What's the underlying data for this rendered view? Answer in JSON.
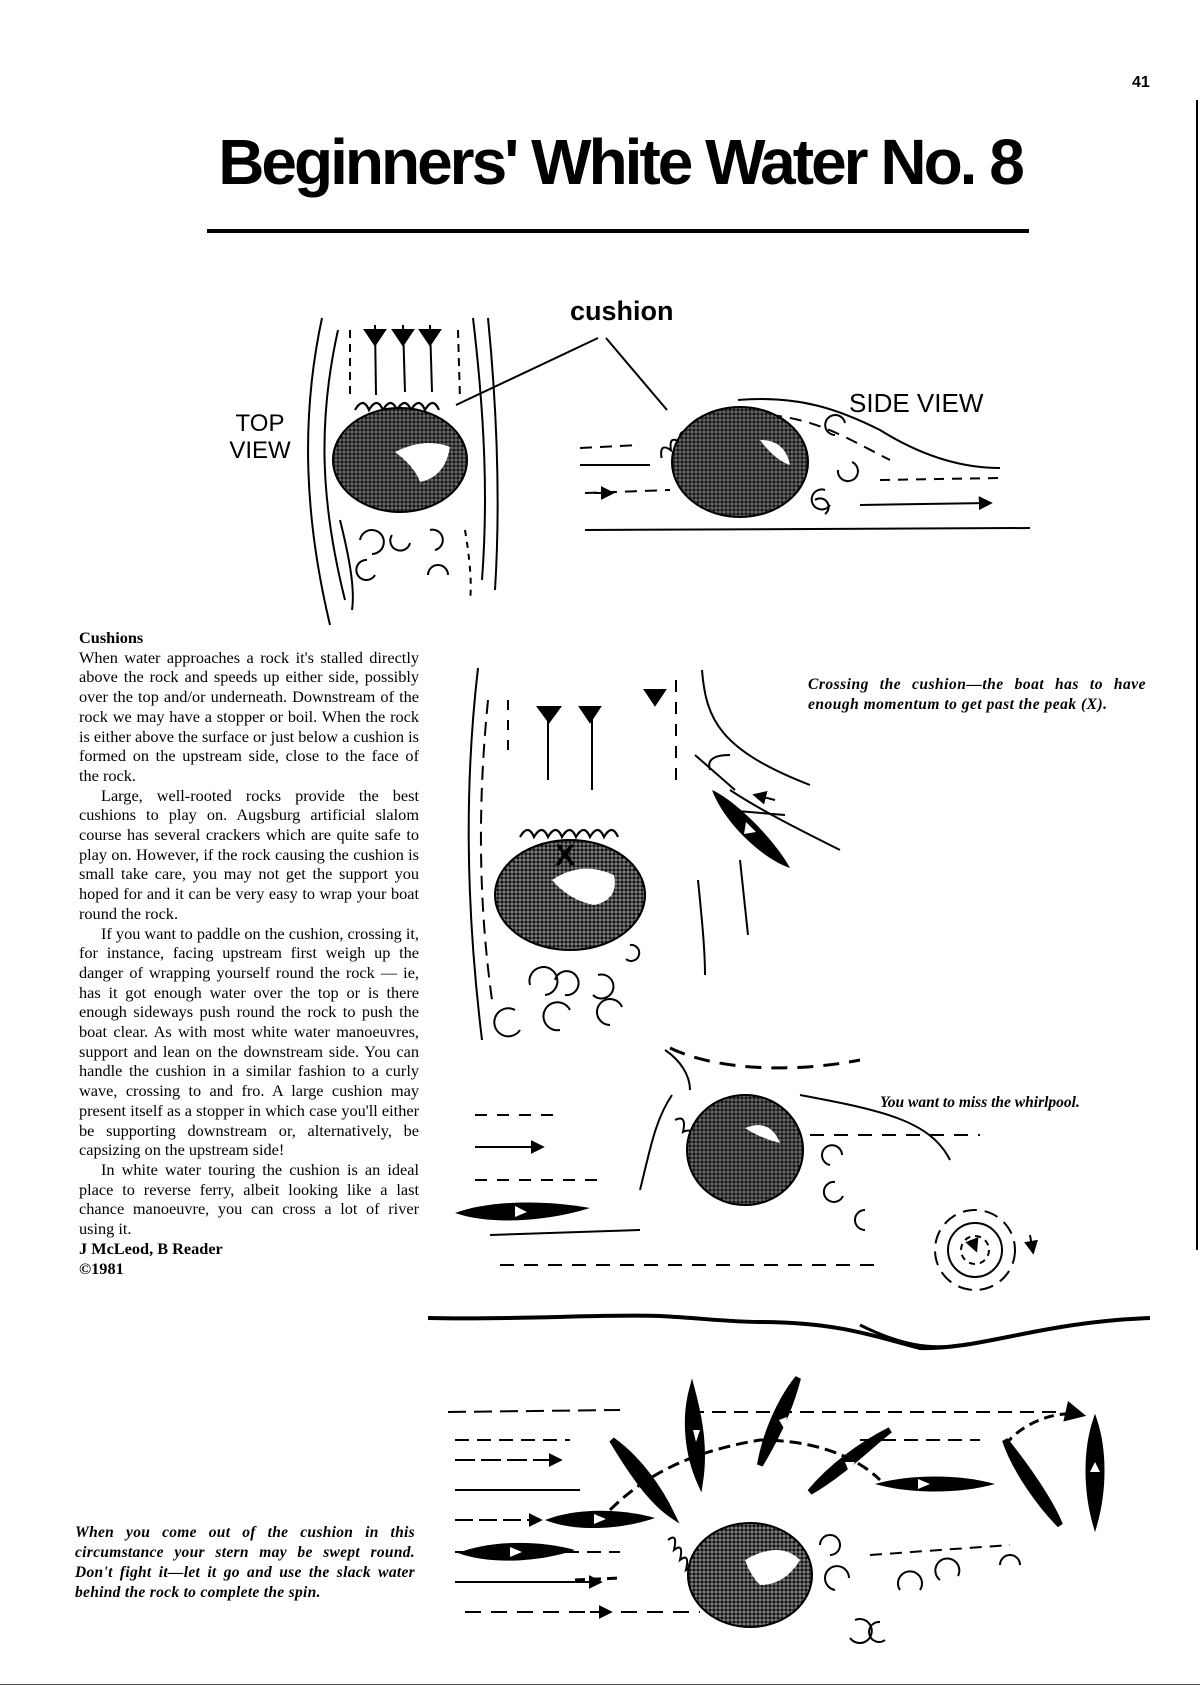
{
  "page_number": "41",
  "title": "Beginners' White Water No. 8",
  "figure_labels": {
    "cushion": "cushion",
    "top_view": "TOP VIEW",
    "side_view": "SIDE VIEW"
  },
  "article": {
    "heading": "Cushions",
    "paragraphs": [
      "When water approaches a rock it's stalled directly above the rock and speeds up either side, possibly over the top and/or underneath. Downstream of the rock we may have a stopper or boil. When the rock is either above the surface or just below a cushion is formed on the upstream side, close to the face of the rock.",
      "Large, well-rooted rocks provide the best cushions to play on. Augsburg artificial slalom course has several crackers which are quite safe to play on. However, if the rock causing the cushion is small take care, you may not get the support you hoped for and it can be very easy to wrap your boat round the rock.",
      "If you want to paddle on the cushion, crossing it, for instance, facing upstream first weigh up the danger of wrapping yourself round the rock — ie, has it got enough water over the top or is there enough sideways push round the rock to push the boat clear. As with most white water manoeuvres, support and lean on the downstream side. You can handle the cushion in a similar fashion to a curly wave, crossing to and fro. A large cushion may present itself as a stopper in which case you'll either be supporting downstream or, alternatively, be capsizing on the upstream side!",
      "In white water touring the cushion is an ideal place to reverse ferry, albeit looking like a last chance manoeuvre, you can cross a lot of river using it."
    ],
    "authors": "J McLeod, B Reader",
    "copyright": "©1981"
  },
  "captions": {
    "crossing": "Crossing the cushion—the boat has to have enough momentum to get past the peak (X).",
    "whirlpool": "You want to miss the whirlpool.",
    "stern": "When you come out of the cushion in this circumstance your stern may be swept round. Don't fight it—let it go and use the slack water behind the rock to complete the spin."
  },
  "diagram_marks": {
    "peak": "X"
  },
  "colors": {
    "ink": "#000000",
    "paper": "#ffffff",
    "shade": "#333333"
  }
}
